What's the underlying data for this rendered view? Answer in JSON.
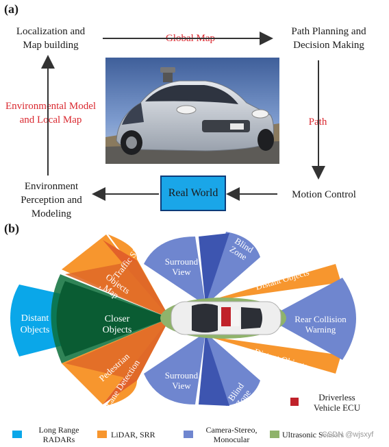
{
  "panel_a": {
    "label": "(a)",
    "localization": "Localization and\nMap building",
    "global_map": "Global Map",
    "path_planning": "Path Planning and\nDecision Making",
    "path": "Path",
    "motion_control": "Motion Control",
    "real_world": "Real World",
    "environment": "Environment\nPerception and\nModeling",
    "env_model": "Environmental Model\nand Local Map"
  },
  "panel_b": {
    "label": "(b)",
    "distant_objects_left": "Distant\nObjects",
    "traffic_sign": "Traffic Sign",
    "objects_map": "Objects\n, Map",
    "closer_objects": "Closer\nObjects",
    "pedestrian": "Pedestrian",
    "lane_detection": "Lane Detection",
    "surround_view": "Surround\nView",
    "blind_zone": "Blind\nZone",
    "distant_objects": "Distant Objects",
    "rear_collision": "Rear Collision\nWarning",
    "ecu": "Driverless\nVehicle ECU"
  },
  "legend": [
    {
      "label": "Long Range\nRADARs",
      "color": "#0aa7e9"
    },
    {
      "label": "LiDAR, SRR",
      "color": "#f7962e"
    },
    {
      "label": "Camera-Stereo,\nMonocular",
      "color": "#6f86cf"
    },
    {
      "label": "Ultrasonic Sensors",
      "color": "#8fb36b"
    }
  ],
  "colors": {
    "radar": "#0aa7e9",
    "lidar": "#f7962e",
    "camera": "#6f86cf",
    "ultrasonic": "#8fb36b",
    "ecu": "#c0222a",
    "accent_red": "#d9272e"
  },
  "watermark": "CSDN @wjsxyf"
}
